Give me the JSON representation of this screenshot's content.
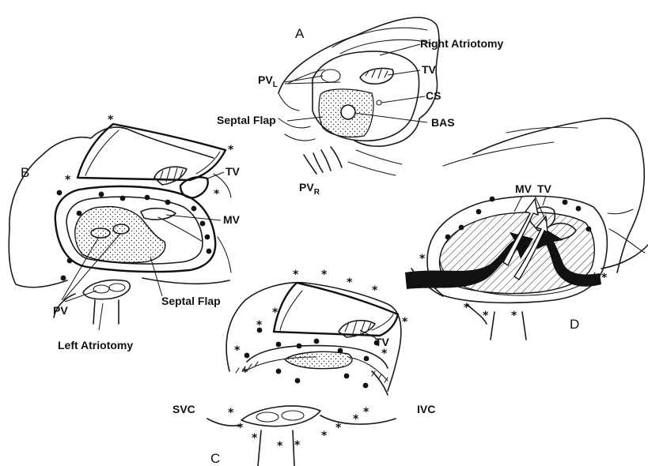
{
  "panels": {
    "a": "A",
    "b": "B",
    "c": "C",
    "d": "D"
  },
  "labels": {
    "right_atriotomy": "Right Atriotomy",
    "tv_a": "TV",
    "pvl_main": "PV",
    "pvl_sub": "L",
    "cs": "CS",
    "septal_flap_a": "Septal Flap",
    "bas": "BAS",
    "pvr_main": "PV",
    "pvr_sub": "R",
    "tv_b": "TV",
    "mv_b": "MV",
    "pv_b": "PV",
    "septal_flap_b": "Septal Flap",
    "left_atriotomy": "Left Atriotomy",
    "tv_c": "TV",
    "svc": "SVC",
    "ivc": "IVC",
    "mv_d": "MV",
    "tv_d": "TV"
  },
  "star_glyph": "*"
}
